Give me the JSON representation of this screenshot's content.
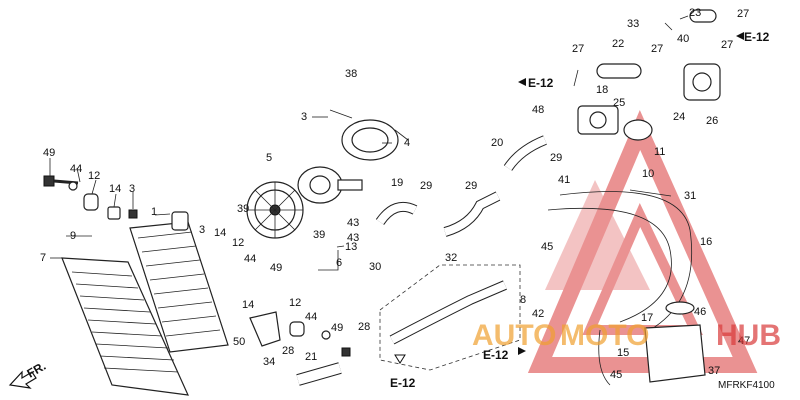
{
  "diagram": {
    "code": "MFRKF4100",
    "direction_label": "FR.",
    "ref_labels": [
      "E-12",
      "E-12",
      "E-12",
      "E-12"
    ],
    "callouts": [
      "1",
      "3",
      "3",
      "3",
      "4",
      "5",
      "6",
      "7",
      "8",
      "9",
      "10",
      "11",
      "12",
      "12",
      "12",
      "13",
      "14",
      "14",
      "14",
      "15",
      "16",
      "17",
      "18",
      "19",
      "20",
      "21",
      "22",
      "23",
      "24",
      "25",
      "26",
      "27",
      "27",
      "27",
      "27",
      "28",
      "28",
      "29",
      "29",
      "29",
      "30",
      "31",
      "32",
      "33",
      "34",
      "37",
      "38",
      "39",
      "39",
      "40",
      "41",
      "42",
      "43",
      "43",
      "44",
      "44",
      "44",
      "45",
      "45",
      "46",
      "47",
      "48",
      "49",
      "49",
      "49",
      "50"
    ]
  },
  "watermark": {
    "brand_left": "AUTO",
    "brand_mid": "MOTO",
    "brand_right": "HUB",
    "color_red": "#d93a3a",
    "color_orange": "#f0a030"
  }
}
